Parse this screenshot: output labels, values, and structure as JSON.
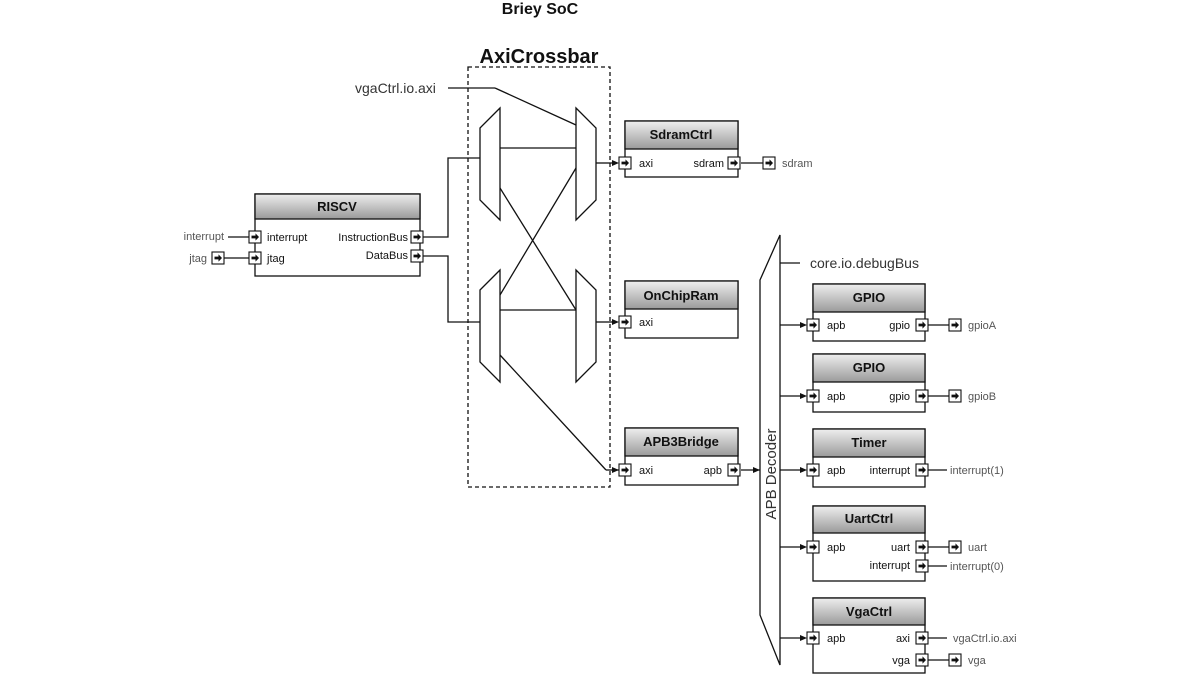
{
  "title": "Briey SoC",
  "crossbar": {
    "label": "AxiCrossbar",
    "input_label": "vgaCtrl.io.axi"
  },
  "decoder": {
    "label": "APB Decoder",
    "debug_label": "core.io.debugBus"
  },
  "riscv": {
    "name": "RISCV",
    "ports": {
      "interrupt": "interrupt",
      "jtag": "jtag",
      "ibus": "InstructionBus",
      "dbus": "DataBus"
    },
    "external": {
      "interrupt": "interrupt",
      "jtag": "jtag"
    }
  },
  "sdram": {
    "name": "SdramCtrl",
    "ports": {
      "axi": "axi",
      "sdram": "sdram"
    },
    "external": "sdram"
  },
  "onchipram": {
    "name": "OnChipRam",
    "ports": {
      "axi": "axi"
    }
  },
  "apb3bridge": {
    "name": "APB3Bridge",
    "ports": {
      "axi": "axi",
      "apb": "apb"
    }
  },
  "gpioA": {
    "name": "GPIO",
    "ports": {
      "apb": "apb",
      "gpio": "gpio"
    },
    "external": "gpioA"
  },
  "gpioB": {
    "name": "GPIO",
    "ports": {
      "apb": "apb",
      "gpio": "gpio"
    },
    "external": "gpioB"
  },
  "timer": {
    "name": "Timer",
    "ports": {
      "apb": "apb",
      "interrupt": "interrupt"
    },
    "external": "interrupt(1)"
  },
  "uart": {
    "name": "UartCtrl",
    "ports": {
      "apb": "apb",
      "uart": "uart",
      "interrupt": "interrupt"
    },
    "external": {
      "uart": "uart",
      "interrupt": "interrupt(0)"
    }
  },
  "vga": {
    "name": "VgaCtrl",
    "ports": {
      "apb": "apb",
      "axi": "axi",
      "vga": "vga"
    },
    "external": {
      "axi": "vgaCtrl.io.axi",
      "vga": "vga"
    }
  },
  "colors": {
    "header_top": "#eeeeee",
    "header_bottom": "#9a9a9a",
    "line": "#111111"
  }
}
